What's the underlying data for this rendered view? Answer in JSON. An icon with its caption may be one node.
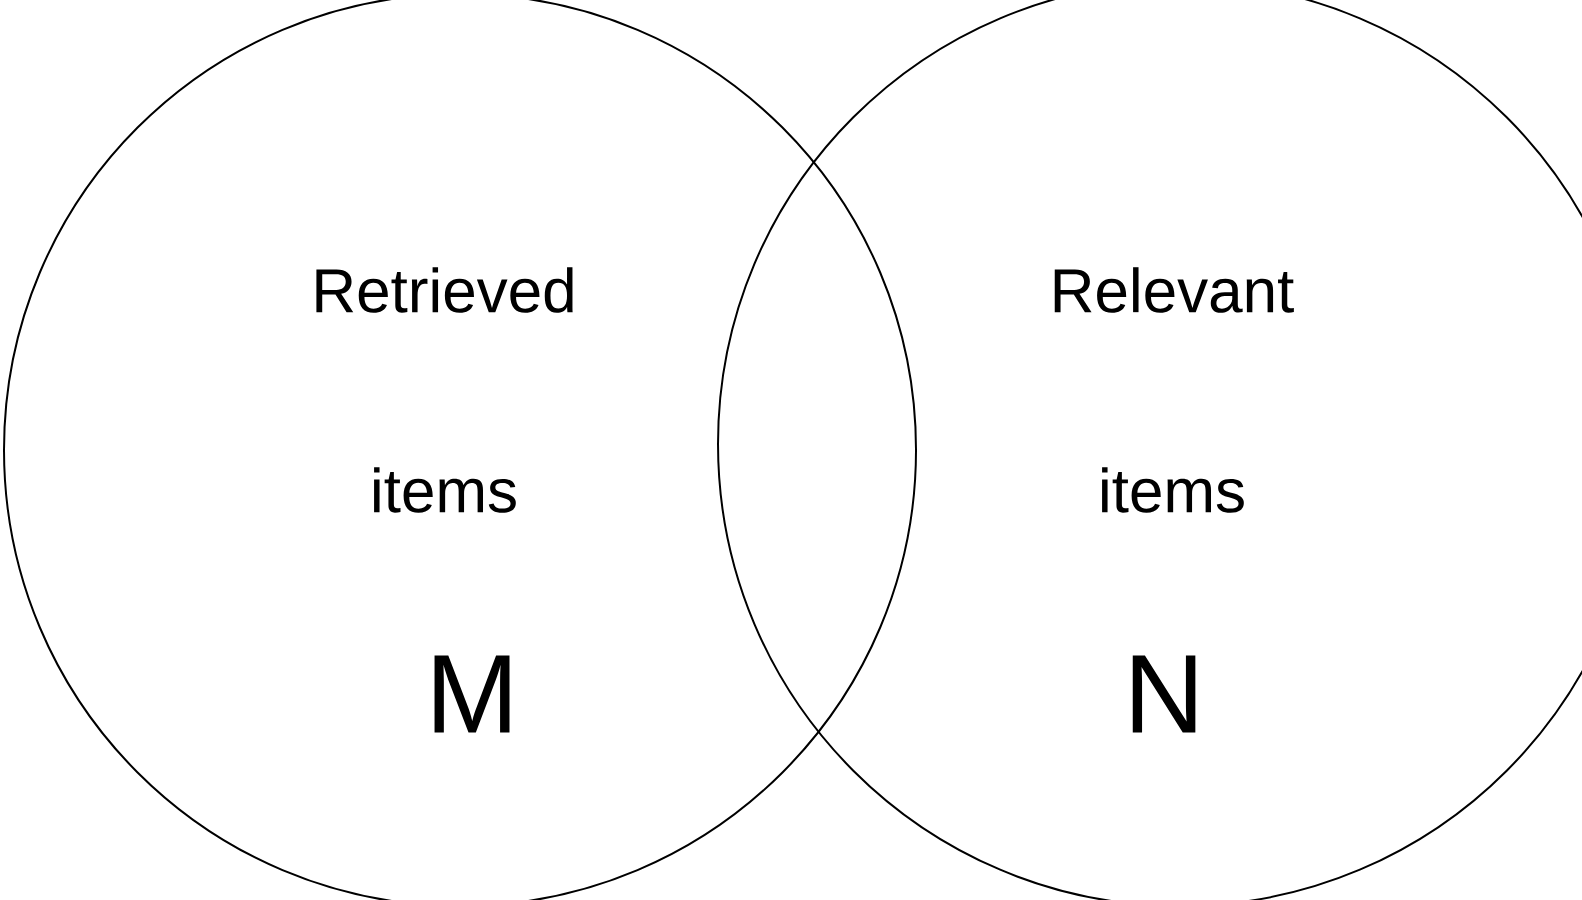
{
  "diagram": {
    "nodes": [
      {
        "text": [
          "Retrieved items",
          "M"
        ]
      },
      {
        "text": [
          "Relevant items",
          "N"
        ]
      }
    ]
  }
}
